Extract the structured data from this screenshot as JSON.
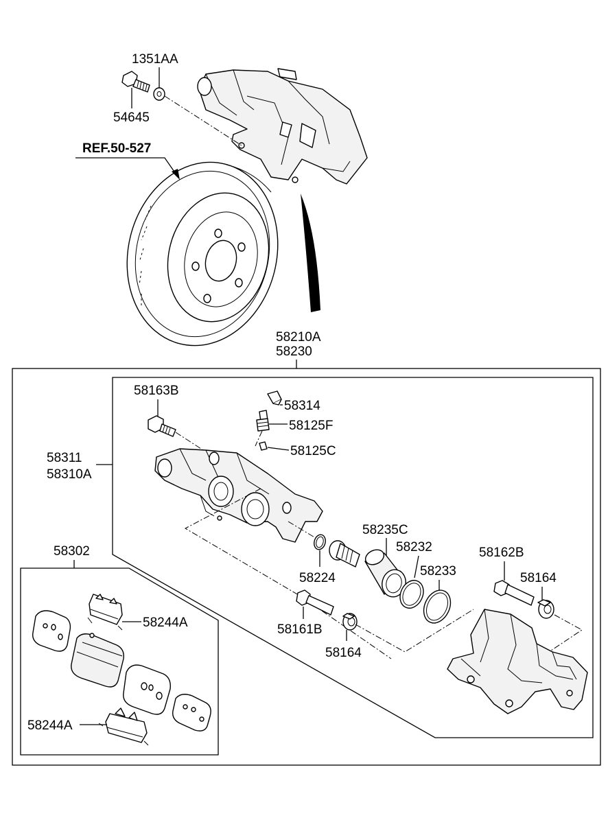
{
  "labels": {
    "l_1351AA": "1351AA",
    "l_54645": "54645",
    "l_ref": "REF.50-527",
    "l_58210A": "58210A",
    "l_58230": "58230",
    "l_58163B": "58163B",
    "l_58314": "58314",
    "l_58125F": "58125F",
    "l_58125C": "58125C",
    "l_58311": "58311",
    "l_58310A": "58310A",
    "l_58235C": "58235C",
    "l_58232": "58232",
    "l_58233": "58233",
    "l_58224": "58224",
    "l_58162B": "58162B",
    "l_58164a": "58164",
    "l_58161B": "58161B",
    "l_58164b": "58164",
    "l_58302": "58302",
    "l_58244A_top": "58244A",
    "l_58244A_bottom": "58244A"
  }
}
